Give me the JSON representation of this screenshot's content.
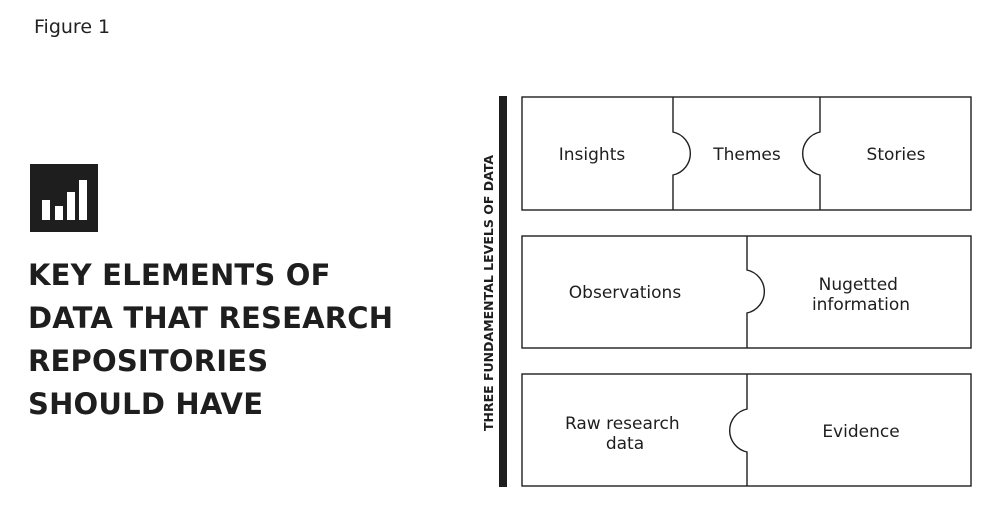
{
  "figure_label": "Figure 1",
  "headline": {
    "lines": [
      "KEY ELEMENTS OF",
      "DATA THAT RESEARCH",
      "REPOSITORIES",
      "SHOULD HAVE"
    ]
  },
  "icon": "bar-chart-icon",
  "axis_label": "THREE FUNDAMENTAL LEVELS OF DATA",
  "levels": [
    {
      "name": "top",
      "pieces": [
        "Insights",
        "Themes",
        "Stories"
      ]
    },
    {
      "name": "middle",
      "pieces": [
        "Observations",
        "Nugetted information"
      ]
    },
    {
      "name": "bottom",
      "pieces": [
        "Raw research data",
        "Evidence"
      ]
    }
  ],
  "colors": {
    "ink": "#1e1e1e",
    "background": "#ffffff"
  }
}
